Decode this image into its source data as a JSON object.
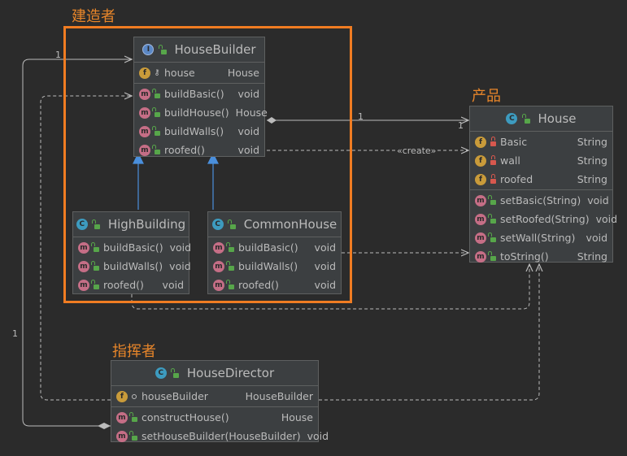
{
  "annotations": {
    "builder": "建造者",
    "product": "产品",
    "director": "指挥者"
  },
  "house_builder": {
    "name": "HouseBuilder",
    "fields": [
      {
        "name": "house",
        "type": "House"
      }
    ],
    "methods": [
      {
        "name": "buildBasic()",
        "type": "void"
      },
      {
        "name": "buildHouse()",
        "type": "House"
      },
      {
        "name": "buildWalls()",
        "type": "void"
      },
      {
        "name": "roofed()",
        "type": "void"
      }
    ]
  },
  "house": {
    "name": "House",
    "fields": [
      {
        "name": "Basic",
        "type": "String"
      },
      {
        "name": "wall",
        "type": "String"
      },
      {
        "name": "roofed",
        "type": "String"
      }
    ],
    "methods": [
      {
        "name": "setBasic(String)",
        "type": "void"
      },
      {
        "name": "setRoofed(String)",
        "type": "void"
      },
      {
        "name": "setWall(String)",
        "type": "void"
      },
      {
        "name": "toString()",
        "type": "String"
      }
    ]
  },
  "high_building": {
    "name": "HighBuilding",
    "methods": [
      {
        "name": "buildBasic()",
        "type": "void"
      },
      {
        "name": "buildWalls()",
        "type": "void"
      },
      {
        "name": "roofed()",
        "type": "void"
      }
    ]
  },
  "common_house": {
    "name": "CommonHouse",
    "methods": [
      {
        "name": "buildBasic()",
        "type": "void"
      },
      {
        "name": "buildWalls()",
        "type": "void"
      },
      {
        "name": "roofed()",
        "type": "void"
      }
    ]
  },
  "house_director": {
    "name": "HouseDirector",
    "fields": [
      {
        "name": "houseBuilder",
        "type": "HouseBuilder"
      }
    ],
    "methods": [
      {
        "name": "constructHouse()",
        "type": "House"
      },
      {
        "name": "setHouseBuilder(HouseBuilder)",
        "type": "void"
      }
    ]
  },
  "edge_labels": {
    "create": "«create»",
    "mult_one": "1"
  },
  "icons": {
    "class_badge": "C",
    "interface_badge": "I",
    "method_badge": "m",
    "field_badge": "f"
  },
  "colors": {
    "background": "#2b2b2b",
    "node_fill": "#3c3f41",
    "frame": "#f07c22",
    "annotation": "#e8862a",
    "inheritance_arrow": "#4a8fdc"
  }
}
